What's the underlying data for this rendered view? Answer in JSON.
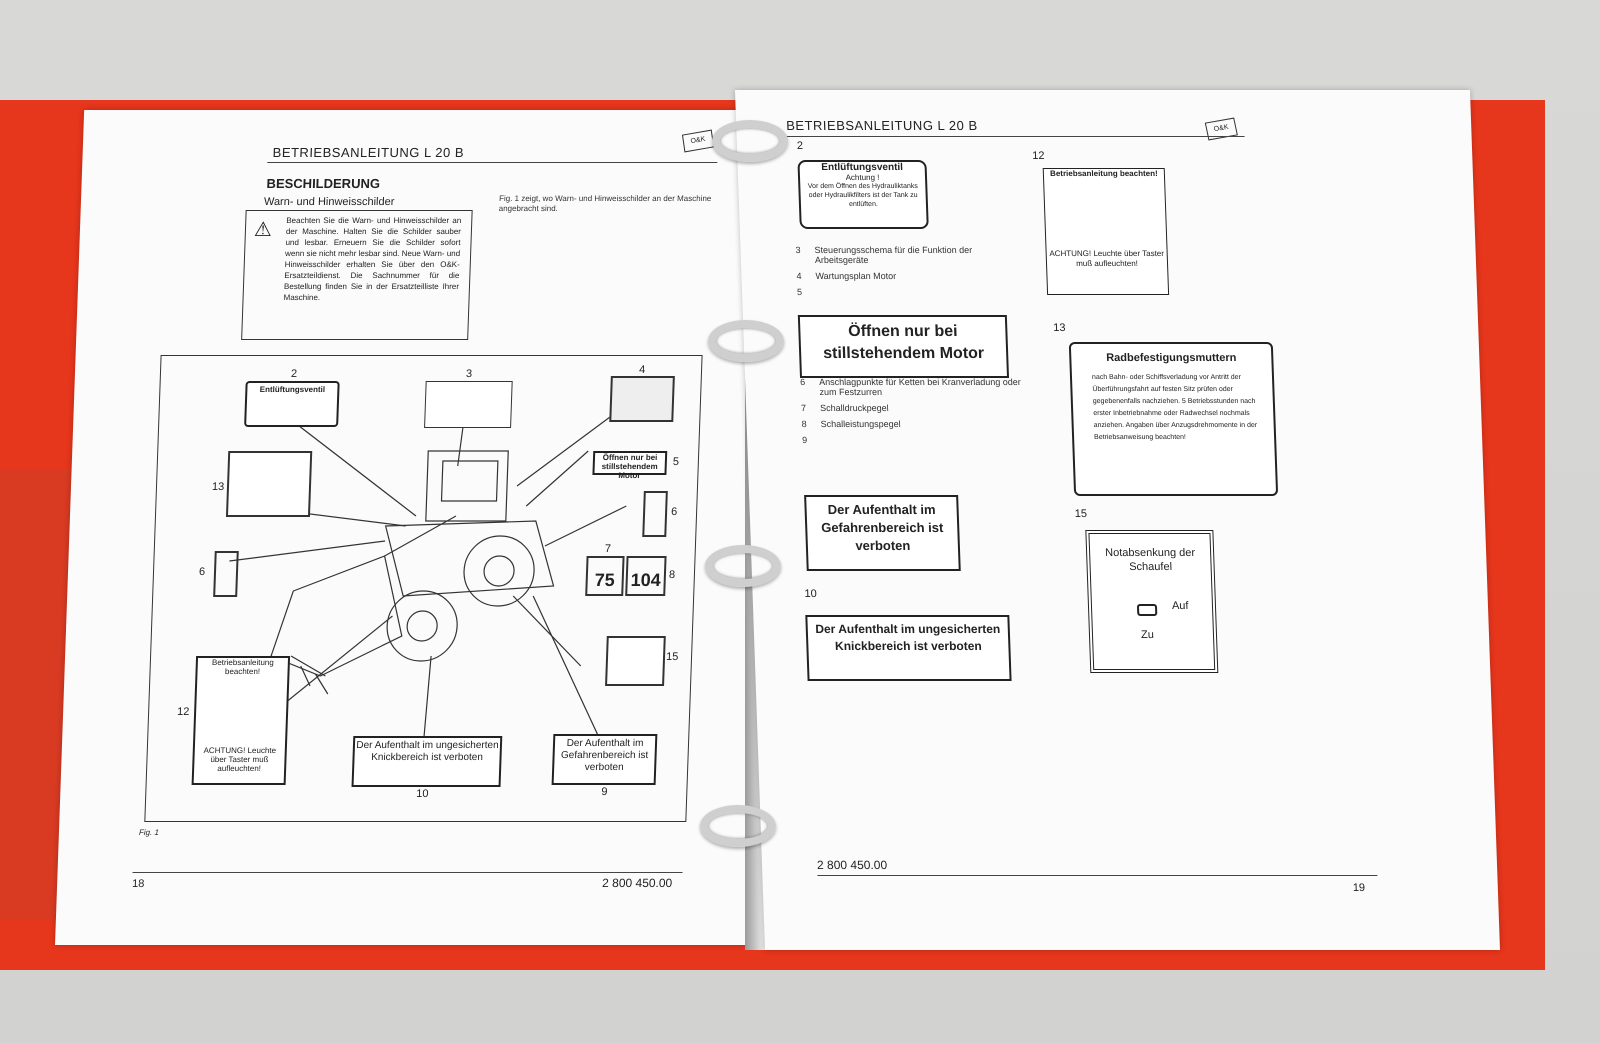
{
  "left_page": {
    "header": "BETRIEBSANLEITUNG L 20 B",
    "section_title": "BESCHILDERUNG",
    "subtitle": "Warn- und Hinweisschilder",
    "warning_text": "Beachten Sie die Warn- und Hinweisschilder an der Maschine. Halten Sie die Schilder sauber und lesbar. Erneuern Sie die Schilder sofort wenn sie nicht mehr lesbar sind. Neue Warn- und Hinweisschilder erhalten Sie über den O&K-Ersatzteildienst. Die Sachnummer für die Bestellung finden Sie in der Ersatzteilliste Ihrer Maschine.",
    "fig_intro": "Fig. 1 zeigt, wo Warn- und Hinweisschilder an der Maschine angebracht sind.",
    "fig_label": "Fig. 1",
    "page_number": "18",
    "doc_number": "2 800 450.00",
    "callouts": {
      "c2": "Entlüftungsventil",
      "c5": "Öffnen nur bei stillstehendem Motor",
      "c12_title": "Betriebsanleitung beachten!",
      "c12_bottom": "ACHTUNG! Leuchte über Taster muß aufleuchten!",
      "c10": "Der Aufenthalt im ungesicherten Knickbereich ist verboten",
      "c9": "Der Aufenthalt im Gefahrenbereich ist verboten",
      "db75": "75",
      "db104": "104",
      "n2": "2",
      "n3": "3",
      "n4": "4",
      "n5": "5",
      "n6a": "6",
      "n6b": "6",
      "n7": "7",
      "n8": "8",
      "n9": "9",
      "n10": "10",
      "n12": "12",
      "n13": "13",
      "n15": "15"
    }
  },
  "right_page": {
    "header": "BETRIEBSANLEITUNG L 20 B",
    "items": [
      {
        "n": "3",
        "text": "Steuerungsschema für die Funktion der Arbeitsgeräte"
      },
      {
        "n": "4",
        "text": "Wartungsplan Motor"
      },
      {
        "n": "5",
        "text": ""
      },
      {
        "n": "6",
        "text": "Anschlagpunkte für Ketten bei Kranverladung oder zum Festzurren"
      },
      {
        "n": "7",
        "text": "Schalldruckpegel"
      },
      {
        "n": "8",
        "text": "Schalleistungspegel"
      },
      {
        "n": "9",
        "text": ""
      }
    ],
    "sign2_title": "Entlüftungsventil",
    "sign2_sub": "Achtung !",
    "sign2_text": "Vor dem Öffnen des Hydrauliktanks oder Hydraulikfilters ist der Tank zu entlüften.",
    "sign5": "Öffnen nur bei stillstehendem Motor",
    "sign9": "Der Aufenthalt im Gefahrenbereich ist verboten",
    "sign10": "Der Aufenthalt im ungesicherten Knickbereich ist verboten",
    "sign12_title": "Betriebsanleitung beachten!",
    "sign12_bottom": "ACHTUNG! Leuchte über Taster muß aufleuchten!",
    "sign13_title": "Radbefestigungsmuttern",
    "sign13_text": "nach Bahn- oder Schiffsverladung vor Antritt der Überführungsfahrt auf festen Sitz prüfen oder gegebenenfalls nachziehen. 5 Betriebsstunden nach erster Inbetriebnahme oder Radwechsel nochmals anziehen. Angaben über Anzugsdrehmomente in der Betriebsanweisung beachten!",
    "sign15_title": "Notabsenkung der Schaufel",
    "sign15_auf": "Auf",
    "sign15_zu": "Zu",
    "label_2": "2",
    "label_10": "10",
    "label_12": "12",
    "label_13": "13",
    "label_15": "15",
    "page_number": "19",
    "doc_number": "2 800 450.00"
  }
}
